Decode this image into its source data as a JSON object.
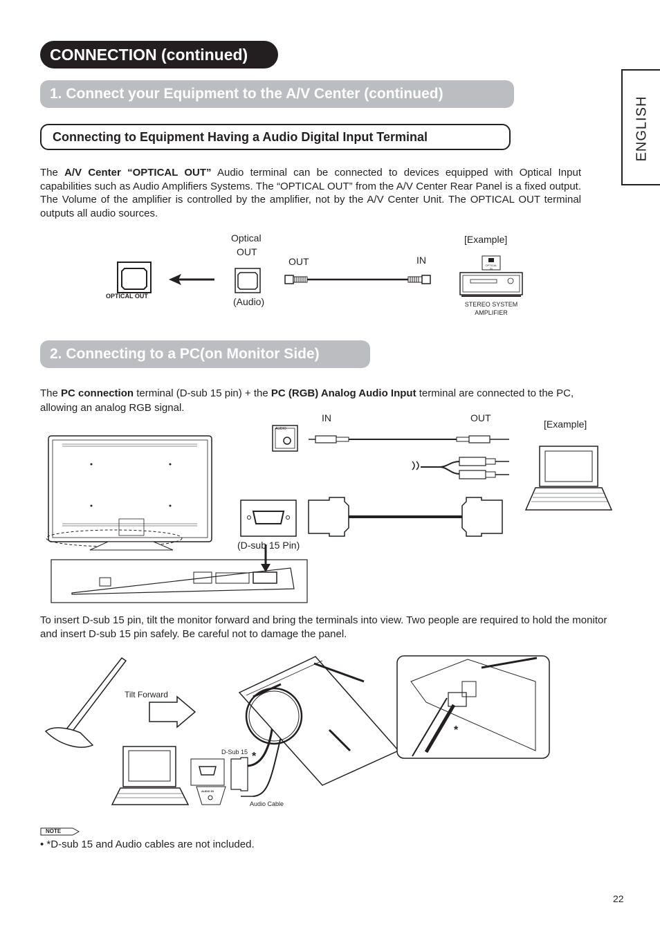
{
  "header": {
    "connection_title": "CONNECTION (continued)",
    "section1_title": "1. Connect your Equipment to the A/V Center (continued)",
    "subsection_title": "Connecting to Equipment Having a Audio Digital Input Terminal",
    "language_tab": "ENGLISH"
  },
  "section1": {
    "para_pre": "The ",
    "para_bold": "A/V Center “OPTICAL OUT”",
    "para_post": " Audio terminal can be connected to devices equipped with Optical Input capabilities such as Audio Amplifiers Systems. The “OPTICAL OUT” from the A/V Center Rear Panel is a fixed output. The Volume of the amplifier is controlled by the amplifier, not by the A/V Center Unit. The OPTICAL OUT terminal outputs all audio sources.",
    "diagram": {
      "optical_out_caption": "OPTICAL OUT",
      "optical_label_line1": "Optical",
      "optical_label_line2": "OUT",
      "audio_label": "(Audio)",
      "out_label": "OUT",
      "in_label": "IN",
      "example_label": "[Example]",
      "amp_badge_line1": "OPTICAL",
      "amp_badge_line2": "IN",
      "amp_caption_line1": "STEREO SYSTEM",
      "amp_caption_line2": "AMPLIFIER"
    }
  },
  "section2": {
    "title": "2. Connecting to a PC(on Monitor Side)",
    "para_pre": "The ",
    "para_bold1": "PC connection",
    "para_mid": " terminal (D-sub 15 pin) + the ",
    "para_bold2": "PC (RGB) Analog Audio Input",
    "para_post": " terminal are connected to the PC, allowing an analog RGB signal.",
    "diagram": {
      "in_label": "IN",
      "out_label": "OUT",
      "example_label": "[Example]",
      "audio_jack_label": "AUDIO",
      "dsub_label": "(D-sub 15 Pin)"
    },
    "insert_text": "To insert D-sub 15 pin, tilt the monitor forward and bring the terminals into view. Two people are required to hold the monitor and insert D-sub 15 pin safely. Be careful not to damage the panel.",
    "tilt_diagram": {
      "tilt_label": "Tilt Forward",
      "dsub_label": "D-Sub 15",
      "audio_cable_label": "Audio Cable",
      "audio_in_label": "AUDIO IN",
      "asterisk": "*"
    }
  },
  "note": {
    "badge": "NOTE",
    "text": "• *D-sub 15 and Audio cables are not included."
  },
  "page_number": "22"
}
